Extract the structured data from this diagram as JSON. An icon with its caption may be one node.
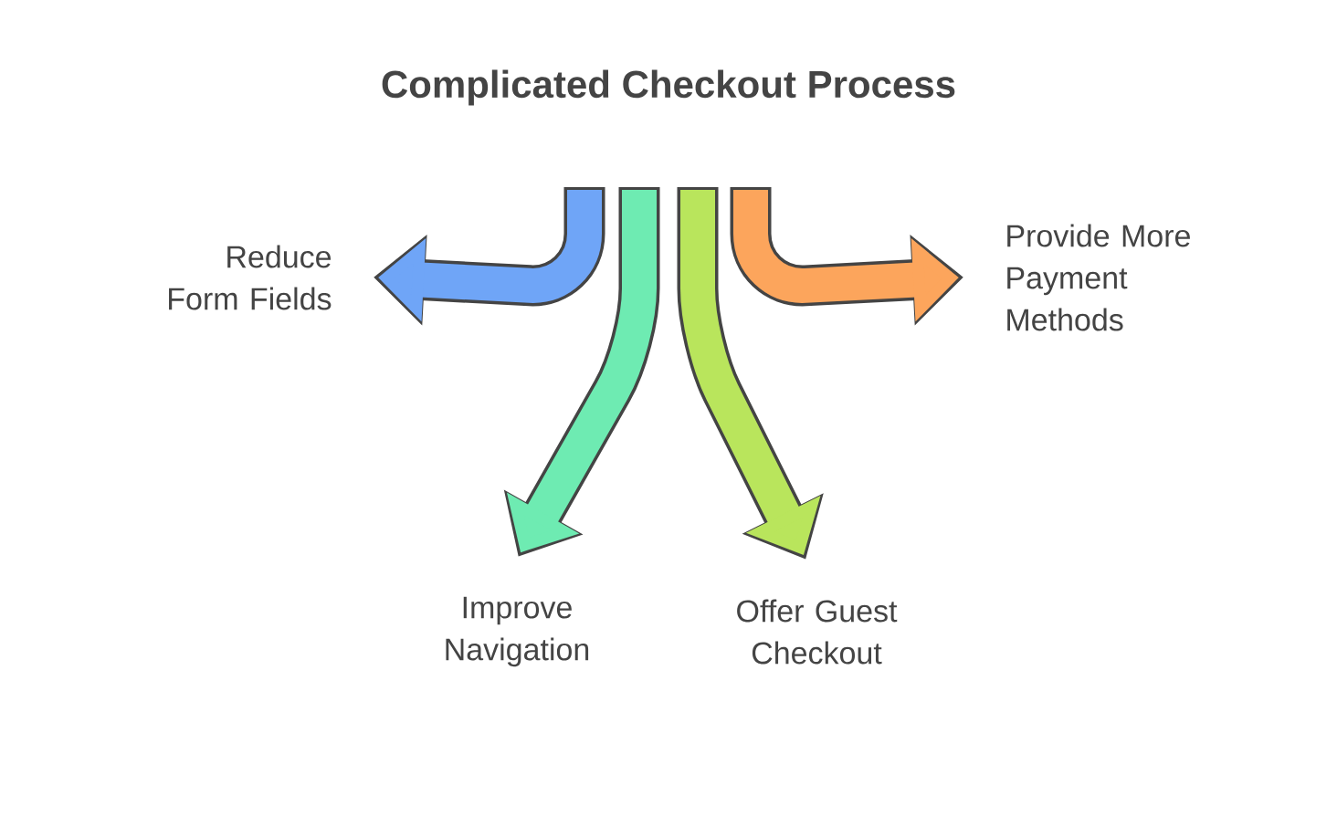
{
  "diagram": {
    "title": "Complicated Checkout Process",
    "nodes": [
      {
        "text": [
          "Reduce Form Fields"
        ]
      },
      {
        "text": [
          "Improve Navigation"
        ]
      },
      {
        "text": [
          "Offer Guest Checkout"
        ]
      },
      {
        "text": [
          "Provide More Payment Methods"
        ]
      }
    ],
    "edges": [
      {
        "from": null,
        "to": 0,
        "arrow": "to",
        "color": "#6fa5f7"
      },
      {
        "from": null,
        "to": 1,
        "arrow": "to",
        "color": "#6eebb2"
      },
      {
        "from": null,
        "to": 2,
        "arrow": "to",
        "color": "#b9e55c"
      },
      {
        "from": null,
        "to": 3,
        "arrow": "to",
        "color": "#fca55c"
      }
    ]
  }
}
